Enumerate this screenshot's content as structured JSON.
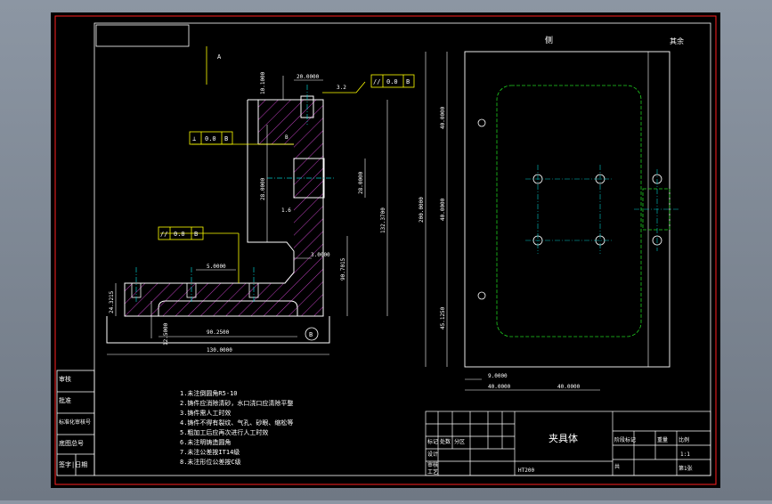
{
  "colors": {
    "background": "#000000",
    "frame": "#ff2020",
    "line": "#ffffff",
    "hatch": "#c040c0",
    "leader": "#ffff00",
    "center": "#00c8c8",
    "hidden": "#20d020"
  },
  "drawing_title": "夹具体",
  "notes": [
    "1.未注倒圆角R5-10",
    "2.铸件应消除清砂，水口浇口应清除平整",
    "3.铸件需人工时效",
    "4.铸件不得有裂纹、气孔、砂眼、缩松等",
    "5.粗加工后应再次进行人工时效",
    "6.未注明铸造圆角",
    "7.未注公差按IT14级",
    "8.未注形位公差按C级"
  ],
  "left_block_labels": [
    "审核",
    "批准",
    "标准化审核号",
    "底图总号",
    "签字|日期"
  ],
  "dimensions": {
    "top_width": "20.0000",
    "top_height": "10.1000",
    "left_mid": "5.0000",
    "mid_small": "3.0000",
    "left_height": "28.0000",
    "slot_height": "28.0000",
    "right_total": "132.3700",
    "right_lower": "90.7015",
    "base_height": "24.3215",
    "slot_small": "12.5000",
    "slot_len": "90.2500",
    "base_len": "130.0000",
    "rv_height_total": "200.0000",
    "rv_upper": "40.0000",
    "rv_mid": "40.0000",
    "rv_lower": "45.1250",
    "rv_w1": "9.0000",
    "rv_w2": "40.0000",
    "rv_w3": "40.0000"
  },
  "tolerance_frames": [
    {
      "sym": "//",
      "val": "0.0",
      "ref": "B"
    },
    {
      "sym": "⊥",
      "val": "0.0",
      "ref": "B"
    },
    {
      "sym": "//",
      "val": "0.0",
      "ref": "B"
    }
  ],
  "roughness_labels": [
    "3.2",
    "1.6",
    "A",
    "B"
  ],
  "right_view_title": "侧",
  "other_mark": "其余",
  "title_block": {
    "row_labels": [
      "标记",
      "处数",
      "分区",
      "设计",
      "审核",
      "工艺"
    ],
    "right_header": [
      "阶段标记",
      "重量",
      "比例",
      "共"
    ],
    "scale": "1:1",
    "sheet": "第1张",
    "material": "HT200"
  }
}
